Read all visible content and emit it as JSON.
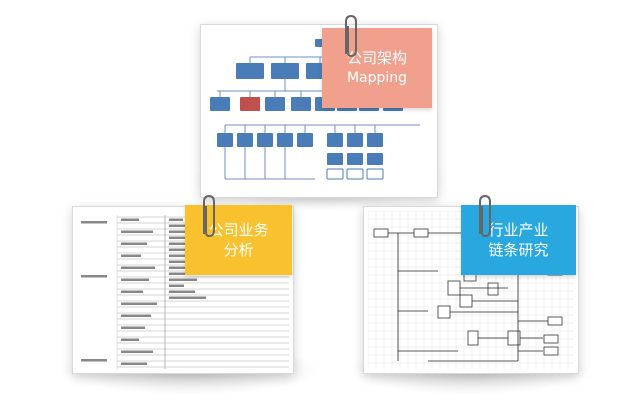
{
  "colors": {
    "org_box": "#4a7cb8",
    "org_box_red": "#c0504d",
    "note_pink": "#f0a08c",
    "note_yellow": "#f9c12e",
    "note_blue": "#29a8e0"
  },
  "cards": {
    "org_structure": {
      "note_line1": "公司架构",
      "note_line2": "Mapping",
      "clip_icon": "paperclip-icon"
    },
    "business_analysis": {
      "note_line1": "公司业务",
      "note_line2": "分析",
      "clip_icon": "paperclip-icon"
    },
    "industry_chain": {
      "note_line1": "行业产业",
      "note_line2": "链条研究",
      "clip_icon": "paperclip-icon"
    }
  }
}
